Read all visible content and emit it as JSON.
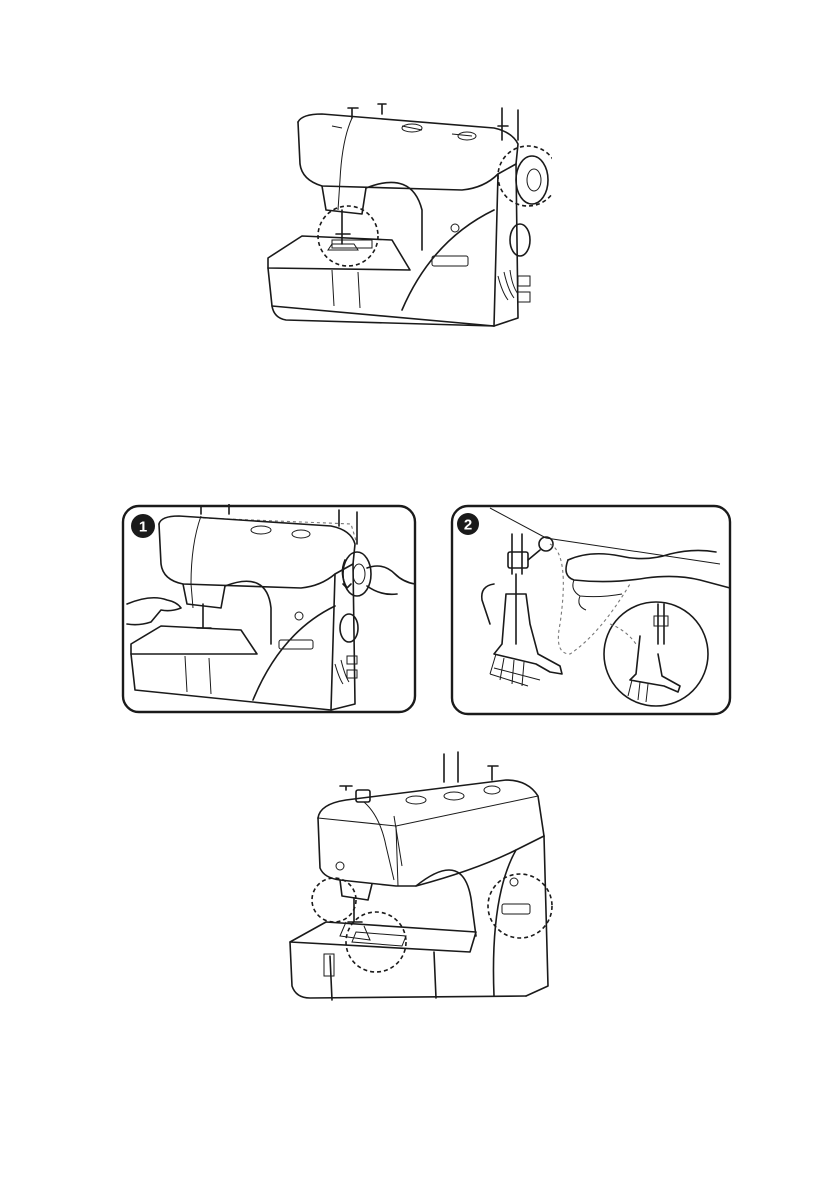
{
  "steps": [
    {
      "number": "1"
    },
    {
      "number": "2"
    }
  ],
  "icons": {
    "machine_top": "sewing-machine-illustration",
    "step_one": "handwheel-turn-illustration",
    "step_two": "thread-pull-illustration",
    "machine_bottom": "sewing-machine-front-illustration"
  }
}
